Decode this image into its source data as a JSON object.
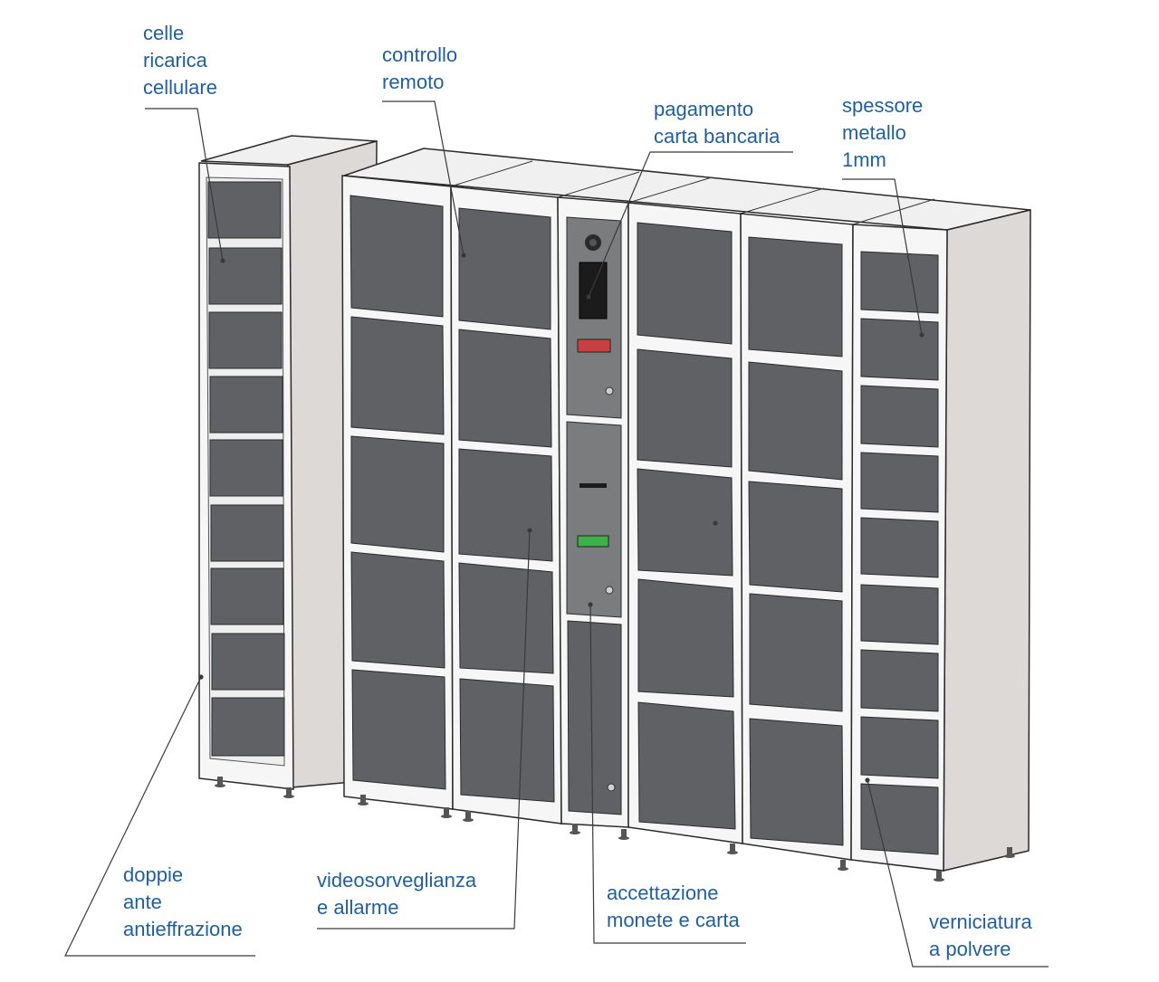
{
  "diagram": {
    "subject": "locker-bank",
    "colors": {
      "label_text": "#1f5f9f",
      "door": "#5f6164",
      "frame": "#f4f4f4",
      "side_panel": "#dcd9d6",
      "top_panel": "#f0f0f0",
      "edge": "#2a2a2a",
      "leader_line": "#3a3a3a",
      "coin_slot": "#3db04b",
      "card_reader": "#c94040"
    },
    "callouts": [
      {
        "id": "celle",
        "lines": [
          "celle",
          "ricarica",
          "cellulare"
        ]
      },
      {
        "id": "controllo",
        "lines": [
          "controllo",
          "remoto"
        ]
      },
      {
        "id": "pagamento",
        "lines": [
          "pagamento",
          "carta bancaria"
        ]
      },
      {
        "id": "spessore",
        "lines": [
          "spessore",
          "metallo",
          "1mm"
        ]
      },
      {
        "id": "doppie",
        "lines": [
          "doppie",
          "ante",
          "antieffrazione"
        ]
      },
      {
        "id": "video",
        "lines": [
          "videosorveglianza",
          "e allarme"
        ]
      },
      {
        "id": "accettazione",
        "lines": [
          "accettazione",
          "monete e carta"
        ]
      },
      {
        "id": "verniciatura",
        "lines": [
          "verniciatura",
          "a polvere"
        ]
      }
    ]
  }
}
